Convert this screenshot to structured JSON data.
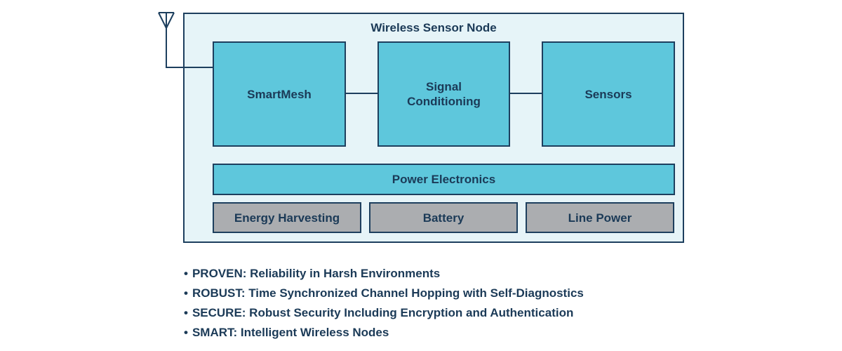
{
  "diagram": {
    "title": "Wireless Sensor Node",
    "blocks": {
      "smartmesh": "SmartMesh",
      "signal_conditioning": "Signal\nConditioning",
      "sensors": "Sensors",
      "power_electronics": "Power Electronics",
      "energy_harvesting": "Energy Harvesting",
      "battery": "Battery",
      "line_power": "Line Power"
    },
    "colors": {
      "frame_fill": "#e6f4f8",
      "block_fill": "#5ec7dc",
      "power_source_fill": "#abadb0",
      "outline": "#1d3f5e",
      "text": "#1b3a57"
    }
  },
  "bullets": {
    "marker": "•",
    "items": [
      "PROVEN: Reliability in Harsh Environments",
      "ROBUST: Time Synchronized Channel Hopping with Self-Diagnostics",
      "SECURE: Robust Security Including Encryption and Authentication",
      "SMART: Intelligent Wireless Nodes"
    ]
  }
}
